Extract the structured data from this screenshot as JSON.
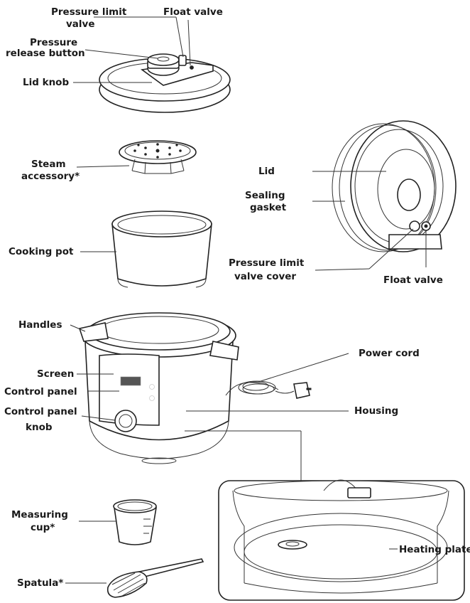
{
  "labels": {
    "pressure_limit_valve": [
      "Pressure limit",
      "valve"
    ],
    "float_valve_top": "Float valve",
    "pressure_release_button": [
      "Pressure",
      "release button"
    ],
    "lid_knob": "Lid knob",
    "steam_accessory": [
      "Steam",
      "accessory*"
    ],
    "lid": "Lid",
    "sealing_gasket": [
      "Sealing",
      "gasket"
    ],
    "cooking_pot": "Cooking pot",
    "pressure_limit_valve_cover": [
      "Pressure limit",
      "valve cover"
    ],
    "float_valve_side": "Float valve",
    "handles": "Handles",
    "power_cord": "Power cord",
    "screen": "Screen",
    "control_panel": "Control panel",
    "control_panel_knob": [
      "Control panel",
      "knob"
    ],
    "housing": "Housing",
    "measuring_cup": [
      "Measuring",
      "cup*"
    ],
    "heating_plate": "Heating plate",
    "spatula": "Spatula*"
  }
}
